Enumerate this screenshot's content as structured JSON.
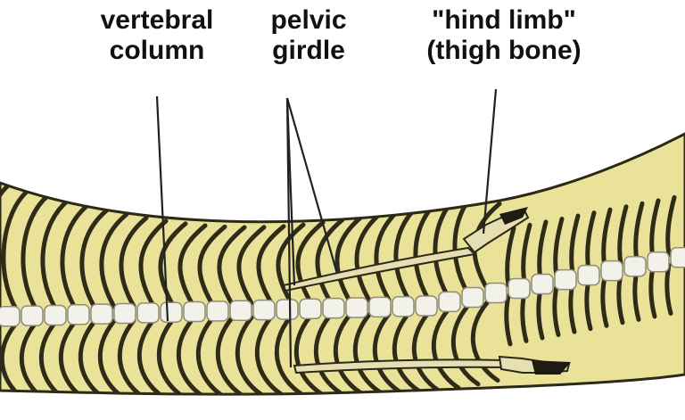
{
  "labels": {
    "vertebral_line1": "vertebral",
    "vertebral_line2": "column",
    "pelvic_line1": "pelvic",
    "pelvic_line2": "girdle",
    "hind_line1": "\"hind limb\"",
    "hind_line2": "(thigh bone)"
  },
  "colors": {
    "body_fill": "#e9e298",
    "body_outline": "#2b2a17",
    "rib": "#2e2c18",
    "rib_light": "#f4f0c9",
    "vertebra": "#f3f2ea",
    "vertebra_shadow": "#8f8d78",
    "pointer": "#222222",
    "limb": "#e7dfb4",
    "claw": "#1d1b12"
  }
}
